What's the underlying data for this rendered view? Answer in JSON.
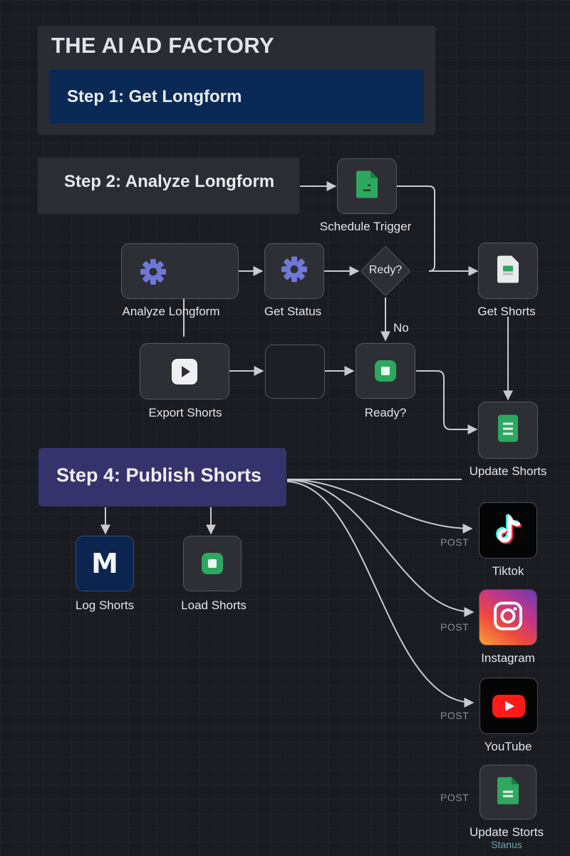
{
  "header": {
    "title": "THE AI AD FACTORY",
    "step1": "Step 1: Get Longform"
  },
  "steps": {
    "step2": "Step 2: Analyze Longform",
    "step4": "Step 4: Publish Shorts"
  },
  "nodes": {
    "schedule_trigger": "Schedule Trigger",
    "analyze_longform": "Analyze Longform",
    "get_status": "Get Status",
    "redy_decision": "Redy?",
    "get_shorts": "Get Shorts",
    "no_label": "No",
    "export_shorts": "Export Shorts",
    "ready": "Ready?",
    "update_shorts": "Update Shorts",
    "log_shorts": "Log Shorts",
    "load_shorts": "Load Shorts",
    "log_icon_letter": "M",
    "tiktok": "Tiktok",
    "instagram": "Instagram",
    "youtube": "YouTube",
    "update_storts": "Update Storts",
    "update_storts_sub": "Stanus"
  },
  "edges": {
    "post_label": "POST"
  },
  "colors": {
    "background": "#1b1c22",
    "panel": "#2a2c33",
    "step1_fill": "#0a2a55",
    "step4_fill": "#35336c",
    "gear": "#6f78d8",
    "sheets_green": "#2ea860",
    "connector": "#c9cacd",
    "youtube_red": "#ff1a1a"
  },
  "icons": {
    "schedule_trigger": "sheet-icon",
    "analyze_longform": "gear-icon",
    "get_status": "gear-icon",
    "get_shorts": "sheet-icon",
    "export_shorts": "play-icon",
    "ready": "square-icon",
    "update_shorts": "sheet-icon",
    "log_shorts": "m-logo-icon",
    "load_shorts": "square-icon",
    "tiktok": "tiktok-icon",
    "instagram": "instagram-icon",
    "youtube": "youtube-icon",
    "update_storts": "sheet-icon"
  }
}
